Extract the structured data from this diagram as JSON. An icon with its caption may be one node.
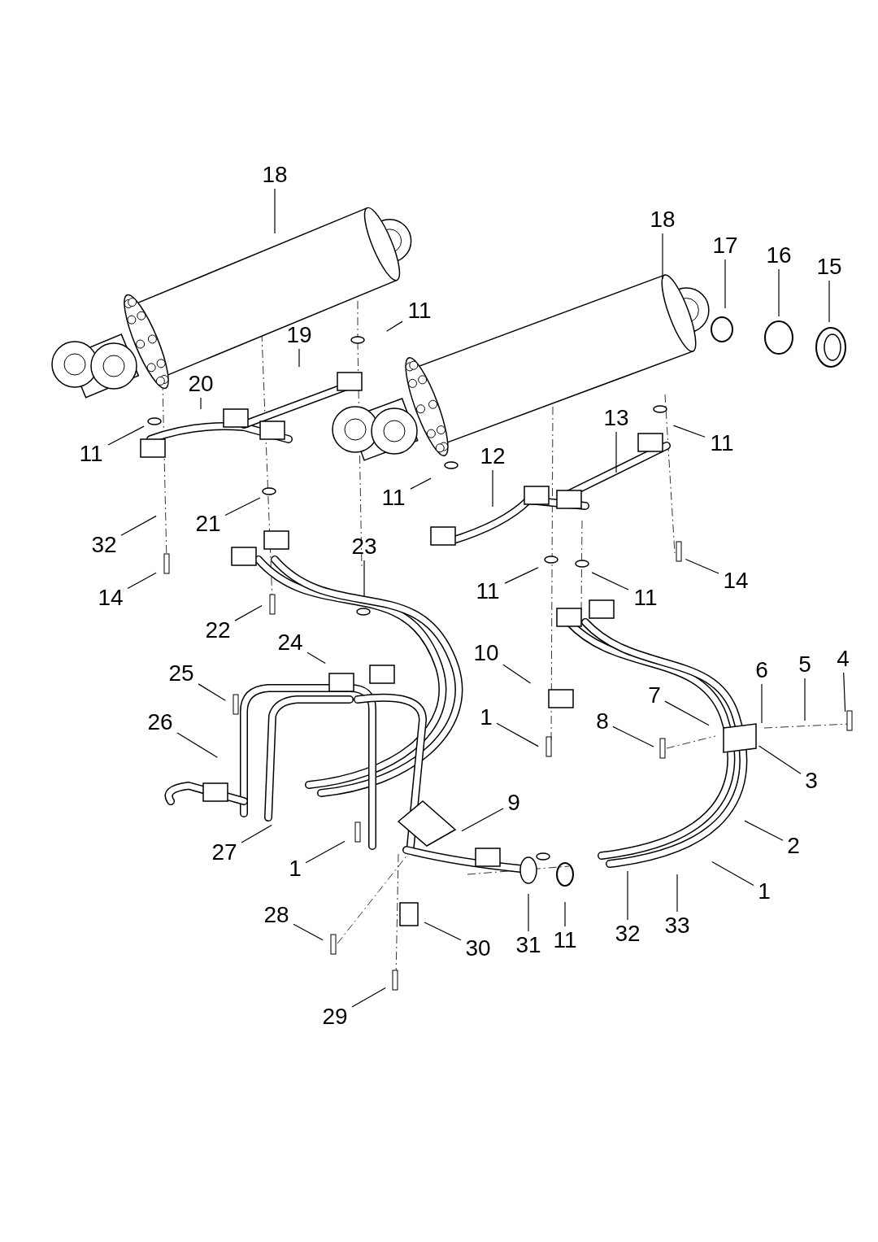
{
  "diagram": {
    "nodes": [
      {
        "text": [
          "18"
        ]
      },
      {
        "text": [
          "18"
        ]
      },
      {
        "text": [
          "17"
        ]
      },
      {
        "text": [
          "16"
        ]
      },
      {
        "text": [
          "15"
        ]
      },
      {
        "text": [
          "11"
        ]
      },
      {
        "text": [
          "19"
        ]
      },
      {
        "text": [
          "20"
        ]
      },
      {
        "text": [
          "11"
        ]
      },
      {
        "text": [
          "11"
        ]
      },
      {
        "text": [
          "13"
        ]
      },
      {
        "text": [
          "12"
        ]
      },
      {
        "text": [
          "11"
        ]
      },
      {
        "text": [
          "32"
        ]
      },
      {
        "text": [
          "21"
        ]
      },
      {
        "text": [
          "23"
        ]
      },
      {
        "text": [
          "14"
        ]
      },
      {
        "text": [
          "14"
        ]
      },
      {
        "text": [
          "11"
        ]
      },
      {
        "text": [
          "11"
        ]
      },
      {
        "text": [
          "22"
        ]
      },
      {
        "text": [
          "24"
        ]
      },
      {
        "text": [
          "10"
        ]
      },
      {
        "text": [
          "25"
        ]
      },
      {
        "text": [
          "6"
        ]
      },
      {
        "text": [
          "5"
        ]
      },
      {
        "text": [
          "4"
        ]
      },
      {
        "text": [
          "7"
        ]
      },
      {
        "text": [
          "1"
        ]
      },
      {
        "text": [
          "8"
        ]
      },
      {
        "text": [
          "26"
        ]
      },
      {
        "text": [
          "3"
        ]
      },
      {
        "text": [
          "9"
        ]
      },
      {
        "text": [
          "2"
        ]
      },
      {
        "text": [
          "27"
        ]
      },
      {
        "text": [
          "1"
        ]
      },
      {
        "text": [
          "1"
        ]
      },
      {
        "text": [
          "28"
        ]
      },
      {
        "text": [
          "30"
        ]
      },
      {
        "text": [
          "31"
        ]
      },
      {
        "text": [
          "11"
        ]
      },
      {
        "text": [
          "32"
        ]
      },
      {
        "text": [
          "33"
        ]
      },
      {
        "text": [
          "29"
        ]
      }
    ],
    "edges": [
      {
        "from": 0,
        "to": null,
        "arrow": "none"
      },
      {
        "from": 1,
        "to": null,
        "arrow": "none"
      },
      {
        "from": 2,
        "to": null,
        "arrow": "none"
      },
      {
        "from": 3,
        "to": null,
        "arrow": "none"
      },
      {
        "from": 4,
        "to": null,
        "arrow": "none"
      },
      {
        "from": 5,
        "to": null,
        "arrow": "none"
      },
      {
        "from": 6,
        "to": null,
        "arrow": "none"
      },
      {
        "from": 7,
        "to": null,
        "arrow": "none"
      },
      {
        "from": 8,
        "to": null,
        "arrow": "none"
      },
      {
        "from": 9,
        "to": null,
        "arrow": "none"
      },
      {
        "from": 10,
        "to": null,
        "arrow": "none"
      },
      {
        "from": 11,
        "to": null,
        "arrow": "none"
      },
      {
        "from": 12,
        "to": null,
        "arrow": "none"
      },
      {
        "from": 13,
        "to": null,
        "arrow": "none"
      },
      {
        "from": 14,
        "to": null,
        "arrow": "none"
      },
      {
        "from": 15,
        "to": null,
        "arrow": "none"
      },
      {
        "from": 16,
        "to": null,
        "arrow": "none"
      },
      {
        "from": 17,
        "to": null,
        "arrow": "none"
      },
      {
        "from": 18,
        "to": null,
        "arrow": "none"
      },
      {
        "from": 19,
        "to": null,
        "arrow": "none"
      },
      {
        "from": 20,
        "to": null,
        "arrow": "none"
      },
      {
        "from": 21,
        "to": null,
        "arrow": "none"
      },
      {
        "from": 22,
        "to": null,
        "arrow": "none"
      },
      {
        "from": 23,
        "to": null,
        "arrow": "none"
      },
      {
        "from": 24,
        "to": null,
        "arrow": "none"
      },
      {
        "from": 25,
        "to": null,
        "arrow": "none"
      },
      {
        "from": 26,
        "to": null,
        "arrow": "none"
      },
      {
        "from": 27,
        "to": null,
        "arrow": "none"
      },
      {
        "from": 28,
        "to": null,
        "arrow": "none"
      },
      {
        "from": 29,
        "to": null,
        "arrow": "none"
      },
      {
        "from": 30,
        "to": null,
        "arrow": "none"
      },
      {
        "from": 31,
        "to": null,
        "arrow": "none"
      },
      {
        "from": 32,
        "to": null,
        "arrow": "none"
      },
      {
        "from": 33,
        "to": null,
        "arrow": "none"
      },
      {
        "from": 34,
        "to": null,
        "arrow": "none"
      },
      {
        "from": 35,
        "to": null,
        "arrow": "none"
      },
      {
        "from": 36,
        "to": null,
        "arrow": "none"
      },
      {
        "from": 37,
        "to": null,
        "arrow": "none"
      },
      {
        "from": 38,
        "to": null,
        "arrow": "none"
      },
      {
        "from": 39,
        "to": null,
        "arrow": "none"
      },
      {
        "from": 40,
        "to": null,
        "arrow": "none"
      },
      {
        "from": 41,
        "to": null,
        "arrow": "none"
      },
      {
        "from": 42,
        "to": null,
        "arrow": "none"
      },
      {
        "from": 43,
        "to": null,
        "arrow": "none"
      }
    ]
  }
}
